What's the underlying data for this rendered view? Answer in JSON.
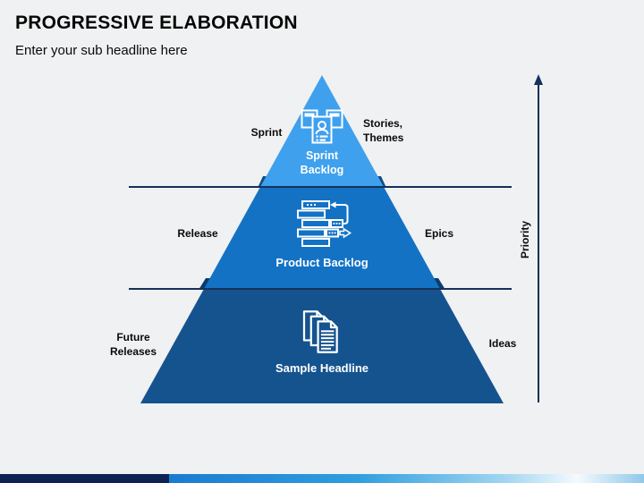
{
  "slide": {
    "title": "PROGRESSIVE ELABORATION",
    "subtitle": "Enter your sub headline here",
    "background": "#F0F1F2"
  },
  "diagram": {
    "type": "pyramid",
    "divider_color": "#16305A",
    "tiers": [
      {
        "name": "sprint-backlog",
        "label_lines": [
          "Sprint",
          "Backlog"
        ],
        "left_label_lines": [
          "Sprint"
        ],
        "right_label_lines": [
          "Stories,",
          "Themes"
        ],
        "icon": "story-cards-icon",
        "fill": "#3FA0EE",
        "edge_fill": "#0F4C86"
      },
      {
        "name": "product-backlog",
        "label_lines": [
          "Product Backlog"
        ],
        "left_label_lines": [
          "Release"
        ],
        "right_label_lines": [
          "Epics"
        ],
        "icon": "workflow-backlog-icon",
        "fill": "#1372C4",
        "edge_fill": "#0B3C6E"
      },
      {
        "name": "sample-headline",
        "label_lines": [
          "Sample Headline"
        ],
        "left_label_lines": [
          "Future",
          "Releases"
        ],
        "right_label_lines": [
          "Ideas"
        ],
        "icon": "documents-icon",
        "fill": "#15538F"
      }
    ]
  },
  "axis": {
    "label": "Priority",
    "direction": "up",
    "color": "#16305A"
  },
  "footer": {
    "left_color": "#0E2353",
    "gradient": [
      "#1B7BD1",
      "#2F9FDF",
      "#9ED4F0",
      "#F4FAFD",
      "#8FC8EA"
    ]
  }
}
